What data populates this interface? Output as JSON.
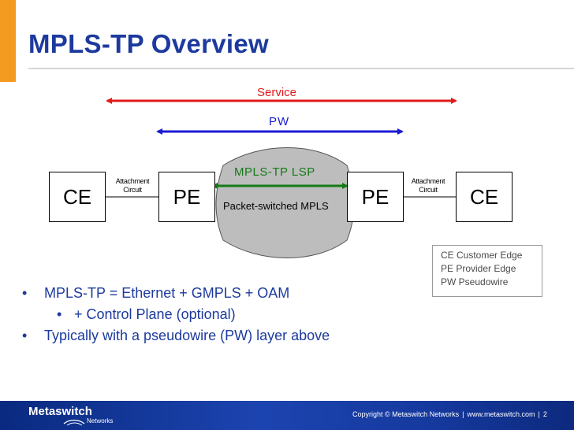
{
  "title": "MPLS-TP Overview",
  "diagram": {
    "service_label": "Service",
    "pw_label": "PW",
    "lsp_label": "MPLS-TP LSP",
    "mpls_label": "Packet-switched MPLS",
    "ce_left": "CE",
    "pe_left": "PE",
    "pe_right": "PE",
    "ce_right": "CE",
    "attachment_left": "Attachment\nCircuit",
    "attachment_right": "Attachment\nCircuit",
    "colors": {
      "service": "#e11b1b",
      "pw": "#1a1ad6",
      "lsp": "#157a15",
      "cloud": "#bdbdbd"
    }
  },
  "legend": [
    "CE  Customer Edge",
    "PE  Provider Edge",
    "PW  Pseudowire"
  ],
  "bullets": [
    {
      "level": 1,
      "text": "MPLS-TP = Ethernet + GMPLS + OAM"
    },
    {
      "level": 2,
      "text": "+ Control Plane (optional)"
    },
    {
      "level": 1,
      "text": "Typically with a pseudowire (PW) layer above"
    }
  ],
  "footer": {
    "logo": "Metaswitch",
    "logo_sub": "Networks",
    "copyright": "Copyright © Metaswitch Networks",
    "website": "www.metaswitch.com",
    "page": "2"
  }
}
